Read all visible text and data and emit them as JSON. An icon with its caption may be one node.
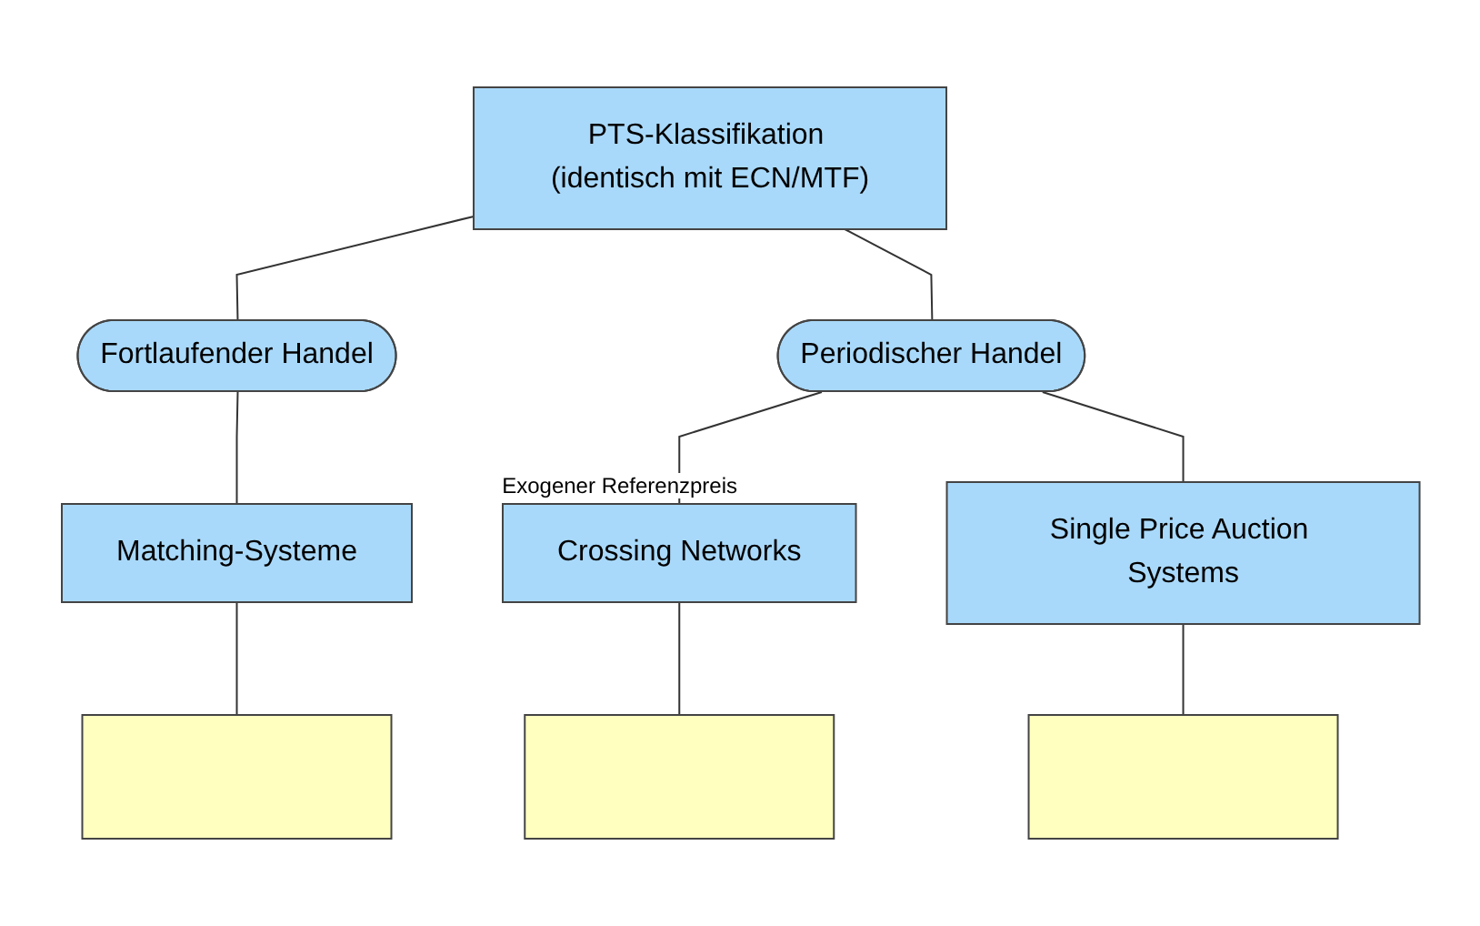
{
  "diagram": {
    "nodes": [
      {
        "text": [
          "PTS-Klassifikation (identisch mit ECN/MTF)"
        ]
      },
      {
        "text": [
          "Fortlaufender Handel"
        ]
      },
      {
        "text": [
          "Periodischer Handel"
        ]
      },
      {
        "text": [
          "Matching-Systeme"
        ]
      },
      {
        "text": [
          "Crossing Networks"
        ],
        "beside": [
          "Exogener Referenzpreis"
        ]
      },
      {
        "text": [
          "Single Price Auction Systems"
        ]
      },
      {
        "text": [],
        "shape": "box"
      },
      {
        "text": [],
        "shape": "box"
      },
      {
        "text": [],
        "shape": "box"
      }
    ],
    "edges": [
      {
        "from": 0,
        "to": 1,
        "arrow": "none"
      },
      {
        "from": 0,
        "to": 2,
        "arrow": "none"
      },
      {
        "from": 1,
        "to": 3,
        "arrow": "none"
      },
      {
        "from": 2,
        "to": 4,
        "arrow": "none"
      },
      {
        "from": 2,
        "to": 5,
        "arrow": "none"
      },
      {
        "from": 3,
        "to": 6,
        "arrow": "none"
      },
      {
        "from": 4,
        "to": 7,
        "arrow": "none"
      },
      {
        "from": 5,
        "to": 8,
        "arrow": "none"
      }
    ]
  }
}
